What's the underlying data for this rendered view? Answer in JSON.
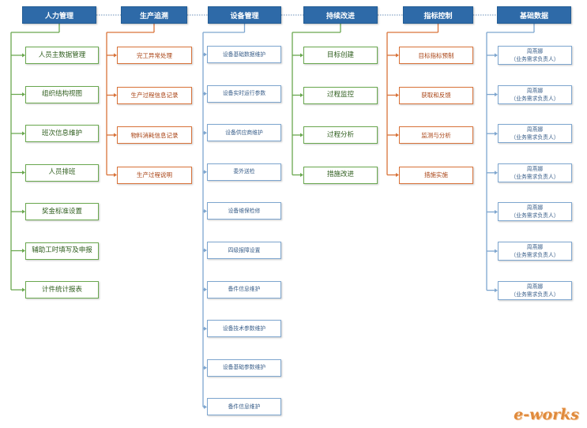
{
  "columns": [
    {
      "header": "人力管理",
      "color": "green",
      "items": [
        "人员主数据管理",
        "组织结构视图",
        "班次信息维护",
        "人员排班",
        "奖金标准设置",
        "辅助工时填写及申报",
        "计件统计报表"
      ]
    },
    {
      "header": "生产追溯",
      "color": "orange",
      "items": [
        "完工异常处理",
        "生产过程信息记录",
        "物料消耗信息记录",
        "生产过程说明"
      ]
    },
    {
      "header": "设备管理",
      "color": "blue",
      "items": [
        "设备基础数据维护",
        "设备实时运行参数",
        "设备供应商维护",
        "委外送检",
        "设备维保检修",
        "四级报障设置",
        "备件信息维护",
        "设备技术参数维护",
        "设备基础参数维护",
        "备件信息维护"
      ]
    },
    {
      "header": "持续改进",
      "color": "green",
      "items": [
        "目标创建",
        "过程监控",
        "过程分析",
        "措施改进"
      ]
    },
    {
      "header": "指标控制",
      "color": "orange",
      "items": [
        "目标指标预制",
        "获取和反馈",
        "监测与分析",
        "措施实施"
      ]
    },
    {
      "header": "基础数据",
      "color": "blue",
      "items": [
        {
          "name": "周燕娜",
          "role": "（业务需求负责人）"
        },
        {
          "name": "周燕娜",
          "role": "（业务需求负责人）"
        },
        {
          "name": "周燕娜",
          "role": "（业务需求负责人）"
        },
        {
          "name": "周燕娜",
          "role": "（业务需求负责人）"
        },
        {
          "name": "周燕娜",
          "role": "（业务需求负责人）"
        },
        {
          "name": "周燕娜",
          "role": "（业务需求负责人）"
        },
        {
          "name": "周燕娜",
          "role": "（业务需求负责人）"
        }
      ]
    }
  ],
  "colors": {
    "header": "#2e6aa8",
    "green": "#6aa84f",
    "orange": "#d9733a",
    "blue": "#7ea6cf",
    "dotted": "#6b8fb8"
  },
  "watermark": "e-works"
}
